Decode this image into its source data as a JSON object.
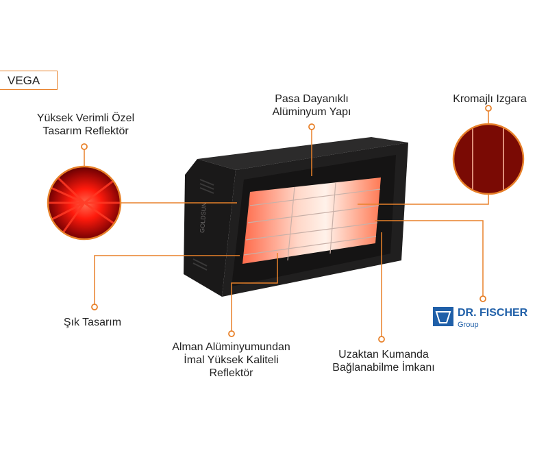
{
  "model_tag": "VEGA",
  "features": {
    "frame": [
      "Pasa Dayanıklı",
      "Alüminyum Yapı"
    ],
    "grill": [
      "Kromajlı Izgara"
    ],
    "reflector": [
      "Yüksek Verimli Özel",
      "Tasarım Reflektör"
    ],
    "design": [
      "Şık Tasarım"
    ],
    "aluminum": [
      "Alman Alüminyumundan",
      "İmal Yüksek Kaliteli",
      "Reflektör"
    ],
    "remote": [
      "Uzaktan Kumanda",
      "Bağlanabilme İmkanı"
    ]
  },
  "product_side_text": "GOLDSUN",
  "brand": {
    "name": "DR. FISCHER",
    "sub": "Group"
  },
  "colors": {
    "accent": "#e8812a",
    "brand_blue": "#1f5fa8",
    "heater_body": "#1e1d1d",
    "glow": "#ff2a1a"
  }
}
